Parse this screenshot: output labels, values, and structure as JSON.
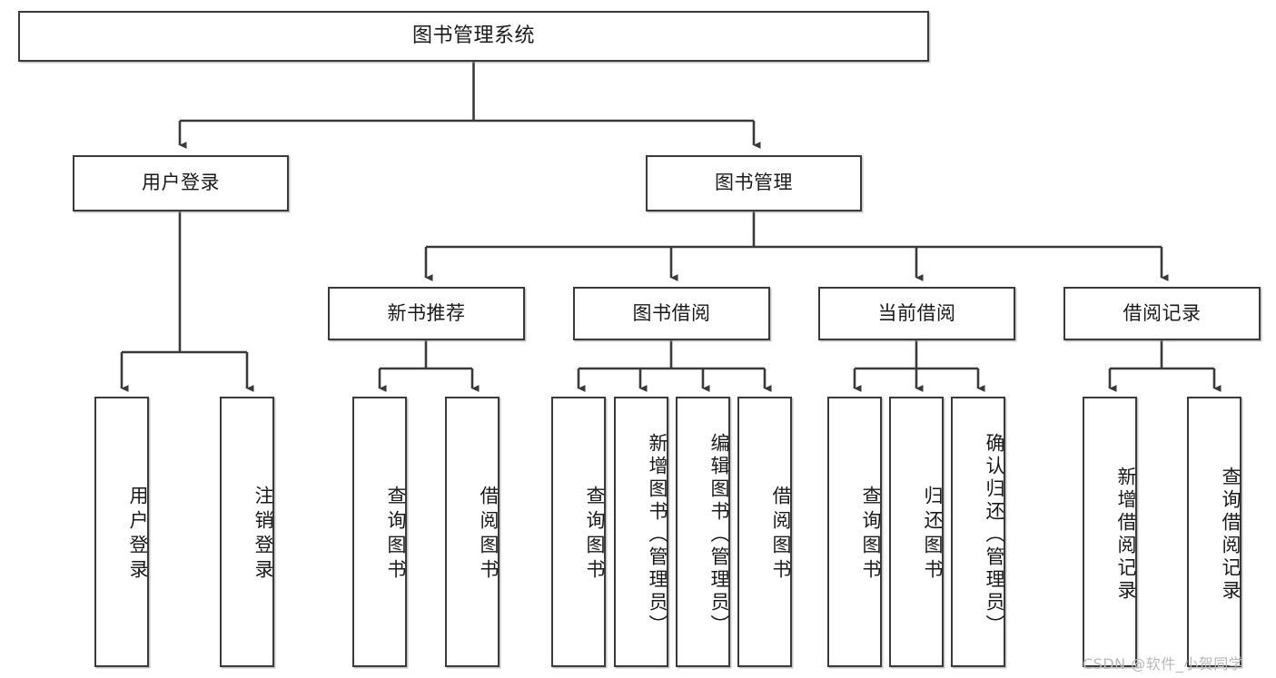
{
  "diagram": {
    "type": "tree-hierarchy",
    "title": "图书管理系统",
    "root": {
      "label": "图书管理系统"
    },
    "level2": [
      {
        "id": "user-login",
        "label": "用户登录"
      },
      {
        "id": "book-management",
        "label": "图书管理"
      }
    ],
    "level3": [
      {
        "id": "new-book-recommend",
        "label": "新书推荐",
        "parent": "book-management"
      },
      {
        "id": "book-borrow",
        "label": "图书借阅",
        "parent": "book-management"
      },
      {
        "id": "current-borrow",
        "label": "当前借阅",
        "parent": "book-management"
      },
      {
        "id": "borrow-record",
        "label": "借阅记录",
        "parent": "book-management"
      }
    ],
    "leaves": {
      "user-login": [
        {
          "id": "leaf-user-login",
          "label": "用户登录"
        },
        {
          "id": "leaf-logout-login",
          "label": "注销登录"
        }
      ],
      "new-book-recommend": [
        {
          "id": "leaf-query-book-1",
          "label": "查询图书"
        },
        {
          "id": "leaf-borrow-book-1",
          "label": "借阅图书"
        }
      ],
      "book-borrow": [
        {
          "id": "leaf-query-book-2",
          "label": "查询图书"
        },
        {
          "id": "leaf-add-book-admin",
          "label": "新增图书（管理员）"
        },
        {
          "id": "leaf-edit-book-admin",
          "label": "编辑图书（管理员）"
        },
        {
          "id": "leaf-borrow-book-2",
          "label": "借阅图书"
        }
      ],
      "current-borrow": [
        {
          "id": "leaf-query-book-3",
          "label": "查询图书"
        },
        {
          "id": "leaf-return-book",
          "label": "归还图书"
        },
        {
          "id": "leaf-confirm-return-admin",
          "label": "确认归还（管理员）"
        }
      ],
      "borrow-record": [
        {
          "id": "leaf-add-borrow-record",
          "label": "新增借阅记录"
        },
        {
          "id": "leaf-query-borrow-record",
          "label": "查询借阅记录"
        }
      ]
    }
  },
  "watermark": {
    "text": "CSDN @软件_小贺同学"
  },
  "colors": {
    "stroke": "#3a3a3a",
    "box_fill": "#ffffff",
    "text": "#1a1a1a",
    "watermark": "#b9b9b9",
    "background": "#ffffff"
  }
}
